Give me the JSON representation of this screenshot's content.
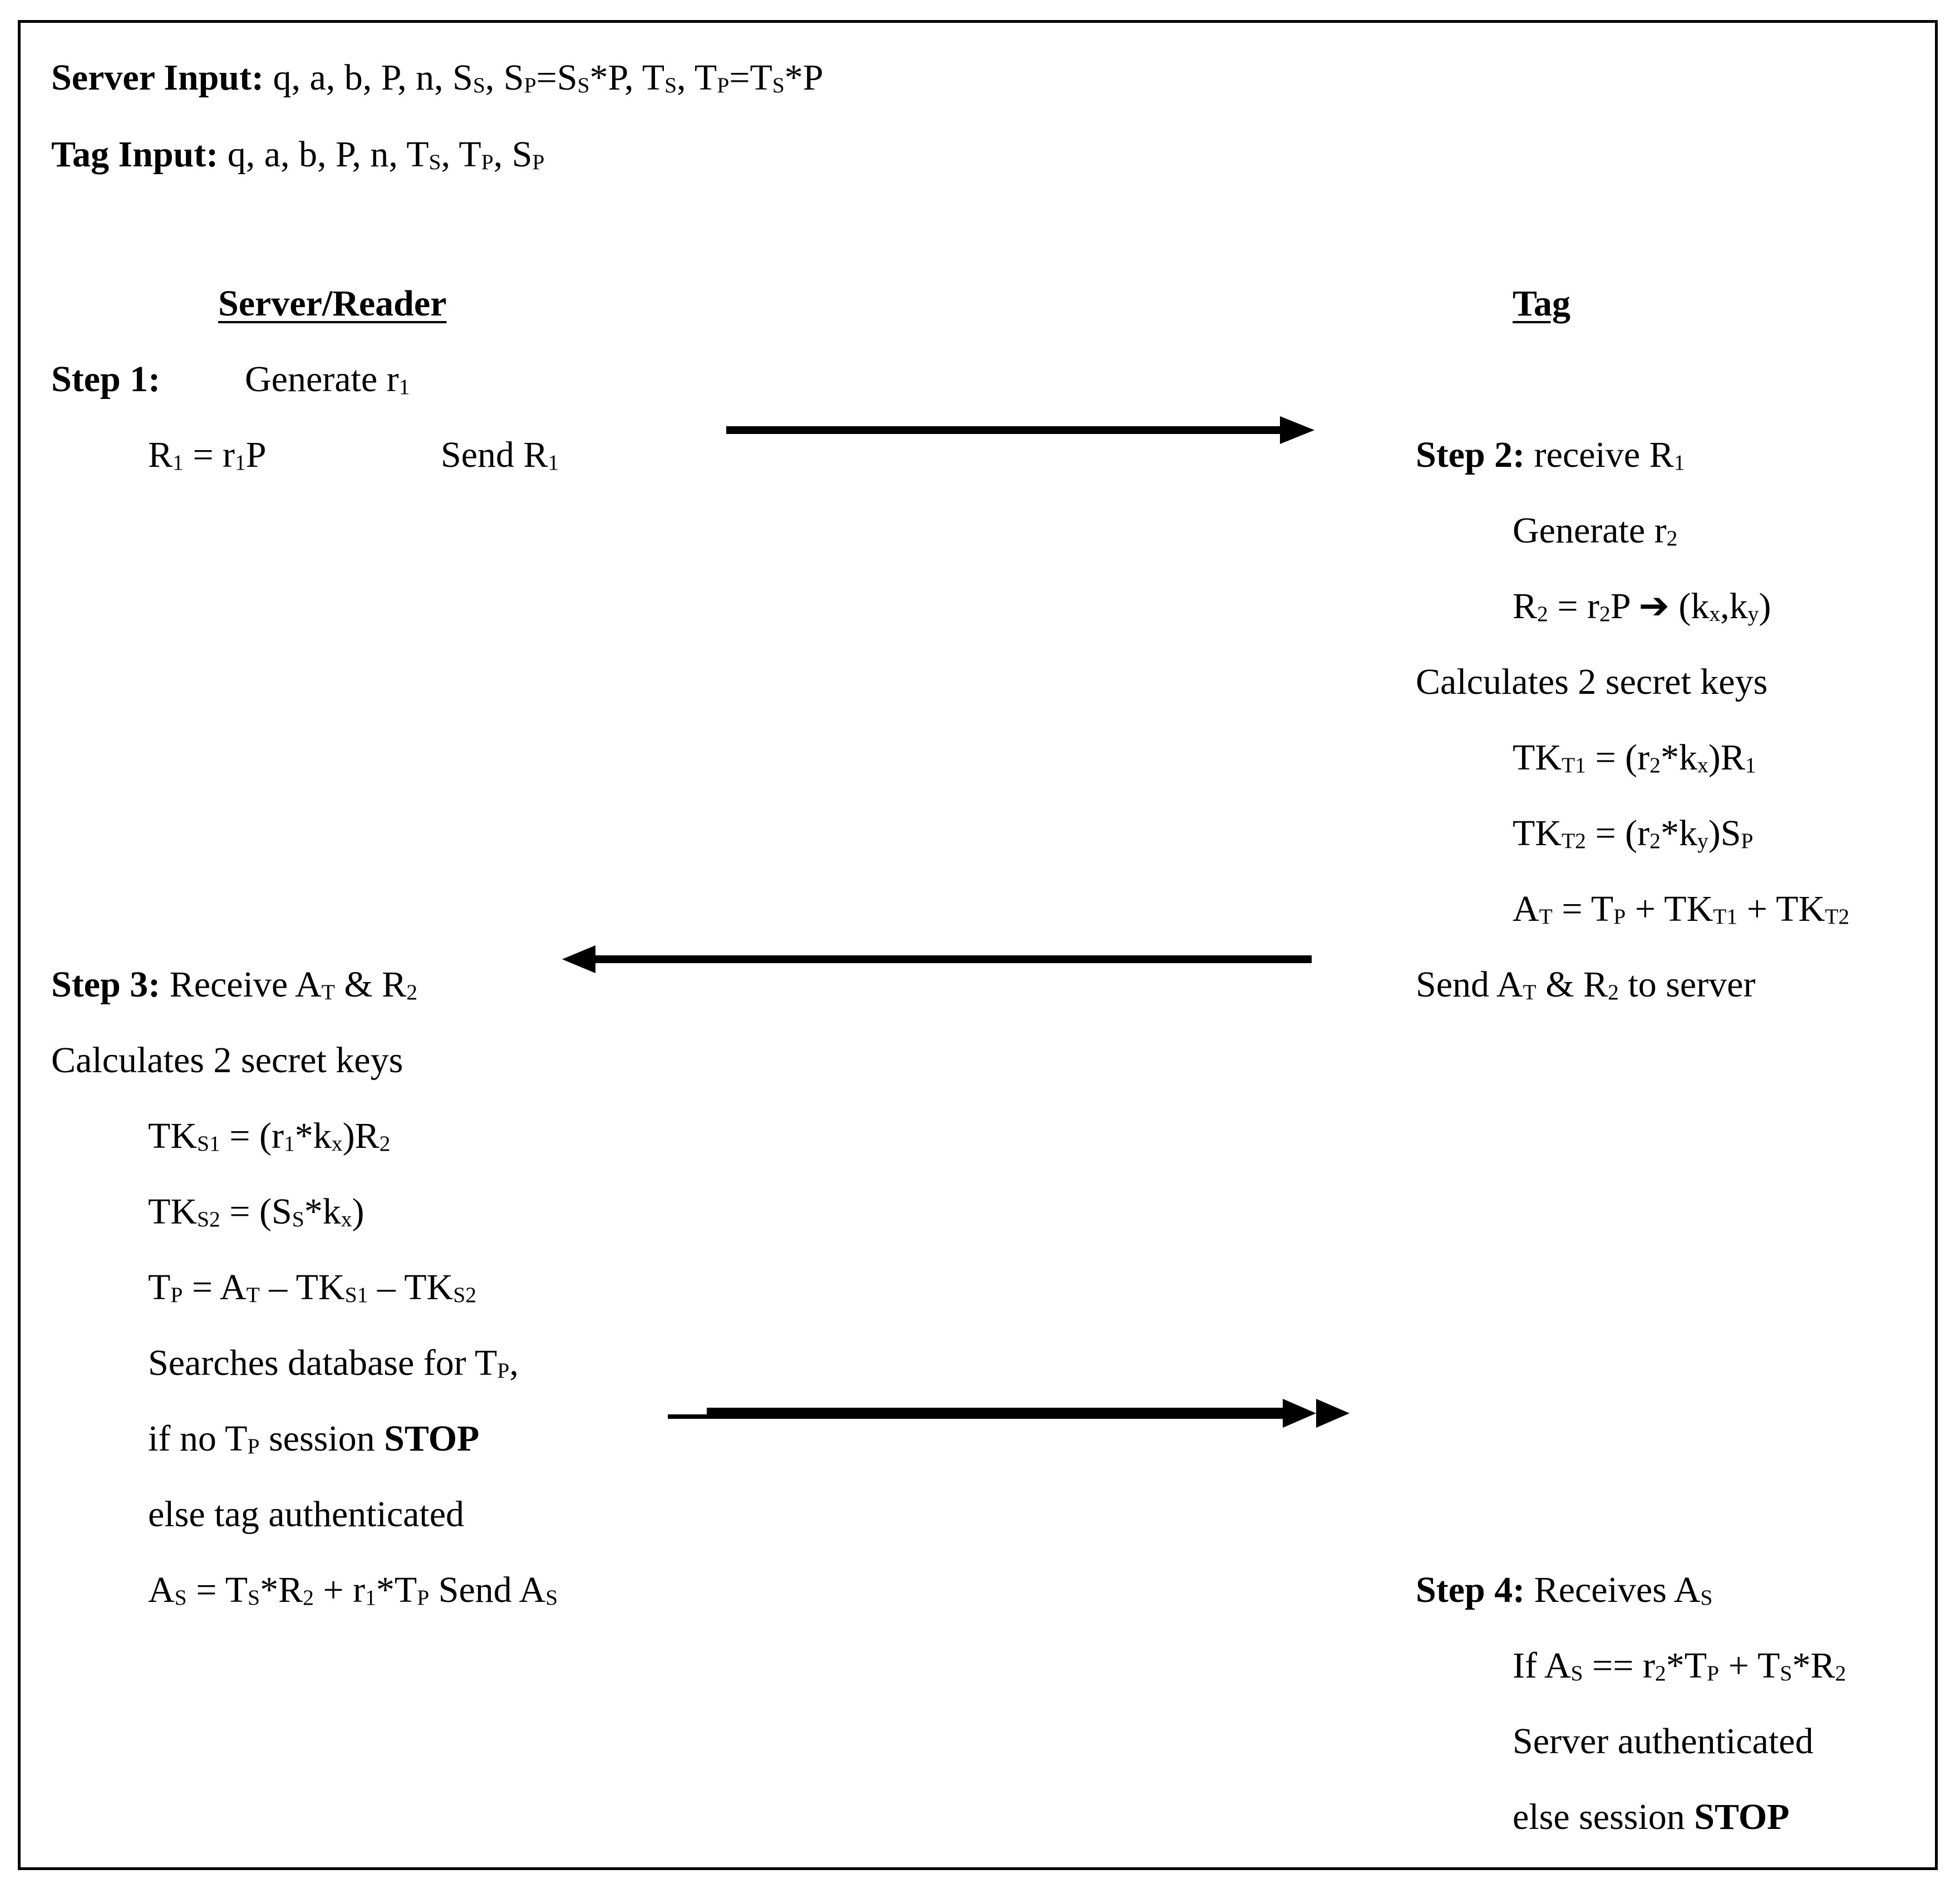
{
  "inputs": {
    "server_label": "Server Input:",
    "server_text": "q, a, b, P, n, S<sub>S</sub>, S<sub>P</sub>=S<sub>S</sub>*P, T<sub>S</sub>, T<sub>P</sub>=T<sub>S</sub>*P",
    "tag_label": "Tag Input:",
    "tag_text": "q, a, b, P, n, T<sub>S</sub>, T<sub>P</sub>, S<sub>P</sub>"
  },
  "headers": {
    "server": "Server/Reader",
    "tag": "Tag"
  },
  "server": {
    "step1_label": "Step 1:",
    "step1_text": "Generate r<sub>1</sub>",
    "r1_eq": "R<sub>1</sub> = r<sub>1</sub>P",
    "send_r1": "Send R<sub>1</sub>",
    "step3_label": "Step 3:",
    "step3_text": "Receive A<sub>T</sub> &amp; R<sub>2</sub>",
    "calc_keys": "Calculates 2 secret keys",
    "tks1": "TK<sub>S1</sub> = (r<sub>1</sub>*k<sub>x</sub>)R<sub>2</sub>",
    "tks2": "TK<sub>S2</sub> = (S<sub>S</sub>*k<sub>x</sub>)",
    "tp_eq": "T<sub>P</sub> = A<sub>T</sub> – TK<sub>S1</sub> – TK<sub>S2</sub>",
    "search": "Searches database for T<sub>P</sub>,",
    "if_no": "if no T<sub>P</sub> session ",
    "stop": "STOP",
    "else_auth": "else tag authenticated",
    "as_eq": "A<sub>S</sub> = T<sub>S</sub>*R<sub>2</sub> + r<sub>1</sub>*T<sub>P</sub>  Send A<sub>S</sub>"
  },
  "tag": {
    "step2_label": "Step 2:",
    "step2_text": "receive R<sub>1</sub>",
    "gen_r2": "Generate r<sub>2</sub>",
    "r2_eq": "R<sub>2</sub> = r<sub>2</sub>P ➔ (k<sub>x</sub>,k<sub>y</sub>)",
    "calc_keys": "Calculates 2 secret keys",
    "tkt1": "TK<sub>T1</sub> = (r<sub>2</sub>*k<sub>x</sub>)R<sub>1</sub>",
    "tkt2": "TK<sub>T2</sub> = (r<sub>2</sub>*k<sub>y</sub>)S<sub>P</sub>",
    "at_eq": "A<sub>T</sub> = T<sub>P</sub> + TK<sub>T1</sub> + TK<sub>T2</sub>",
    "send_at": "Send A<sub>T</sub> &amp; R<sub>2</sub> to server",
    "step4_label": "Step 4:",
    "step4_text": "Receives A<sub>S</sub>",
    "if_as": "If A<sub>S</sub> == r<sub>2</sub>*T<sub>P</sub> + T<sub>S</sub>*R<sub>2</sub>",
    "server_auth": "Server authenticated",
    "else_session": "else session ",
    "stop": "STOP"
  }
}
